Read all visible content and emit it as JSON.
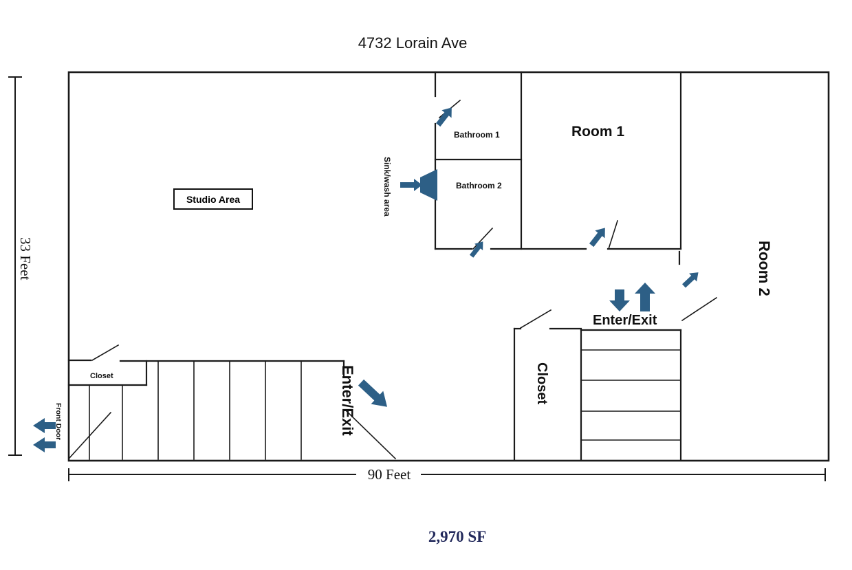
{
  "title": "4732 Lorain Ave",
  "dimensions": {
    "height_label": "33 Feet",
    "width_label": "90 Feet",
    "area_label": "2,970 SF"
  },
  "labels": {
    "studio": "Studio Area",
    "bathroom1": "Bathroom 1",
    "bathroom2": "Bathroom 2",
    "room1": "Room 1",
    "room2": "Room 2",
    "closet_left": "Closet",
    "closet_right": "Closet",
    "sink_wash": "Sink/wash area",
    "enter_exit_top": "Enter/Exit",
    "enter_exit_bottom": "Enter/Exit",
    "front_door": "Front Door"
  },
  "icons": [
    "door-swing-icon",
    "arrow-up-icon",
    "arrow-down-icon",
    "arrow-ne-icon",
    "arrow-se-icon",
    "arrow-right-icon",
    "arrow-left-icon",
    "sink-icon",
    "stairs-icon"
  ],
  "colors": {
    "wall": "#1a1a1a",
    "arrow": "#2d5f86",
    "navy": "#232a5c"
  }
}
